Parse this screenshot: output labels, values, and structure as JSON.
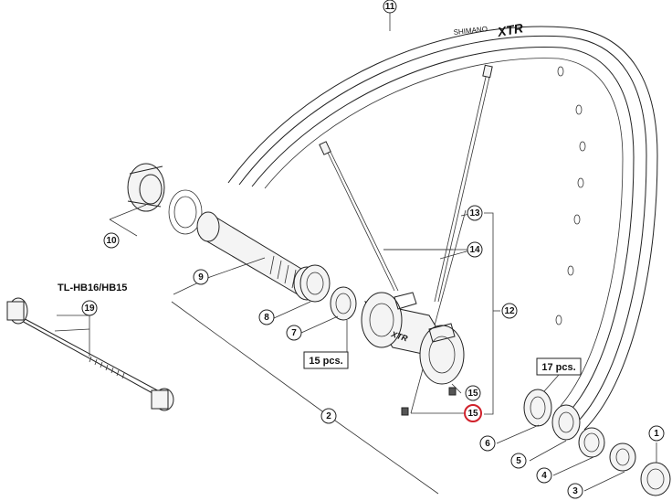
{
  "rim_branding": {
    "maker": "SHIMANO",
    "model": "XTR"
  },
  "hub_branding": "XTR",
  "tool_label": "TL-HB16/HB15",
  "quantity_labels": {
    "q15": "15 pcs.",
    "q17": "17 pcs."
  },
  "callouts": {
    "c1": "1",
    "c2": "2",
    "c3": "3",
    "c4": "4",
    "c5": "5",
    "c6": "6",
    "c7": "7",
    "c8": "8",
    "c9": "9",
    "c10": "10",
    "c11": "11",
    "c12": "12",
    "c13": "13",
    "c14": "14",
    "c15a": "15",
    "c15b": "15",
    "c19": "19"
  },
  "highlight_color": "#d0202a"
}
